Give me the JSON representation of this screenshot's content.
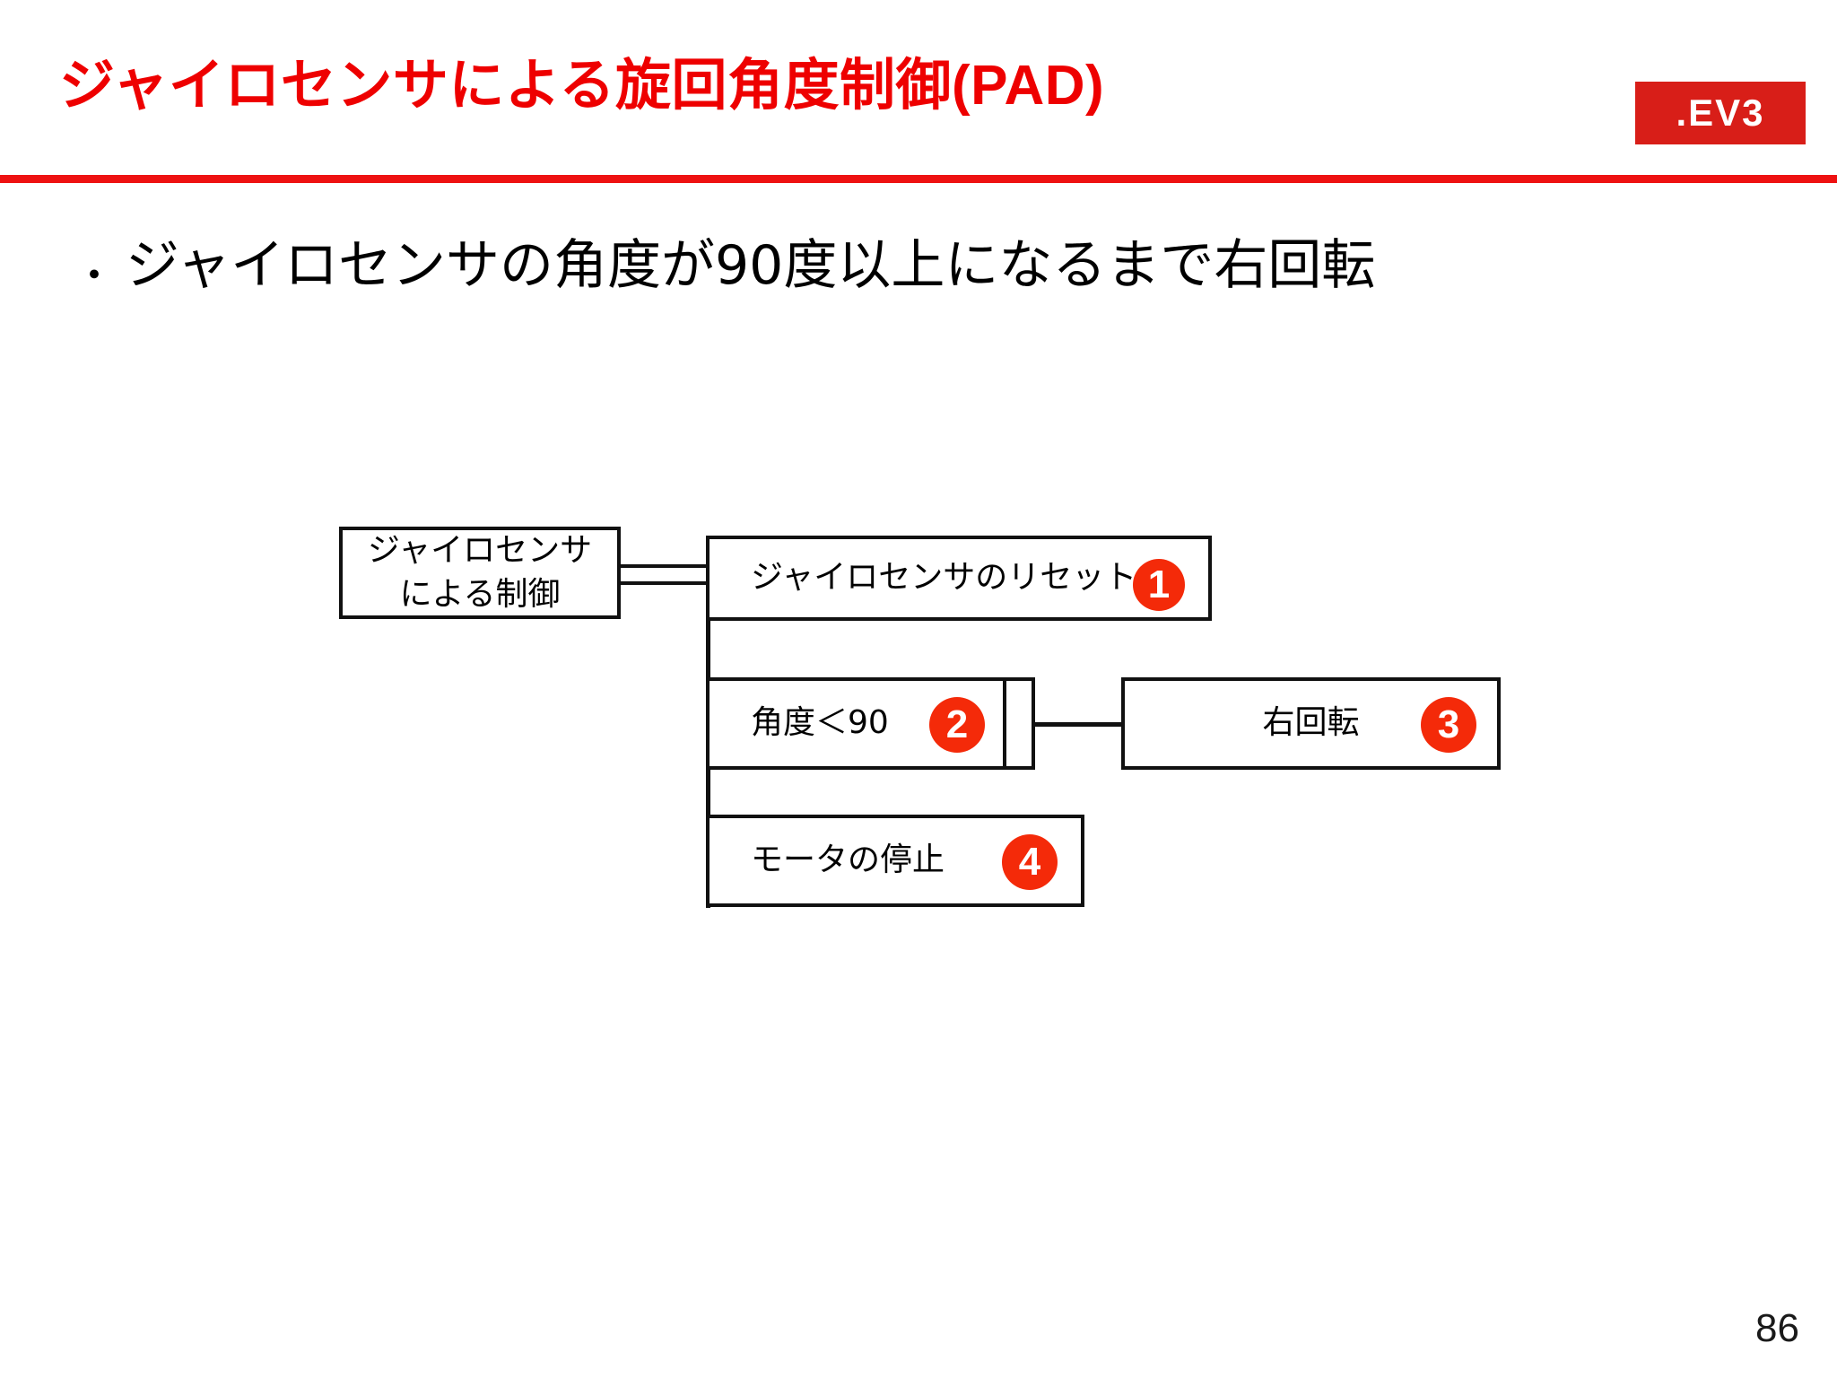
{
  "header": {
    "title": "ジャイロセンサによる旋回角度制御(PAD)",
    "title_color": "#ee0000",
    "rule_color": "#ee1111",
    "logo": {
      "text": ".EV3",
      "background": "#d81e18",
      "text_color": "#ffffff"
    }
  },
  "body": {
    "bullets": [
      {
        "marker": "・",
        "text": "ジャイロセンサの角度が90度以上になるまで右回転"
      }
    ]
  },
  "diagram": {
    "type": "PAD",
    "badge_color": "#f42a09",
    "box_border_color": "#111111",
    "nodes": {
      "root": {
        "label": "ジャイロセンサ\nによる制御"
      },
      "node1": {
        "label": "ジャイロセンサのリセット",
        "badge": "1"
      },
      "node2": {
        "label": "角度＜90",
        "badge": "2"
      },
      "node3": {
        "label": "右回転",
        "badge": "3"
      },
      "node4": {
        "label": "モータの停止",
        "badge": "4"
      }
    }
  },
  "footer": {
    "page_number": "86"
  }
}
